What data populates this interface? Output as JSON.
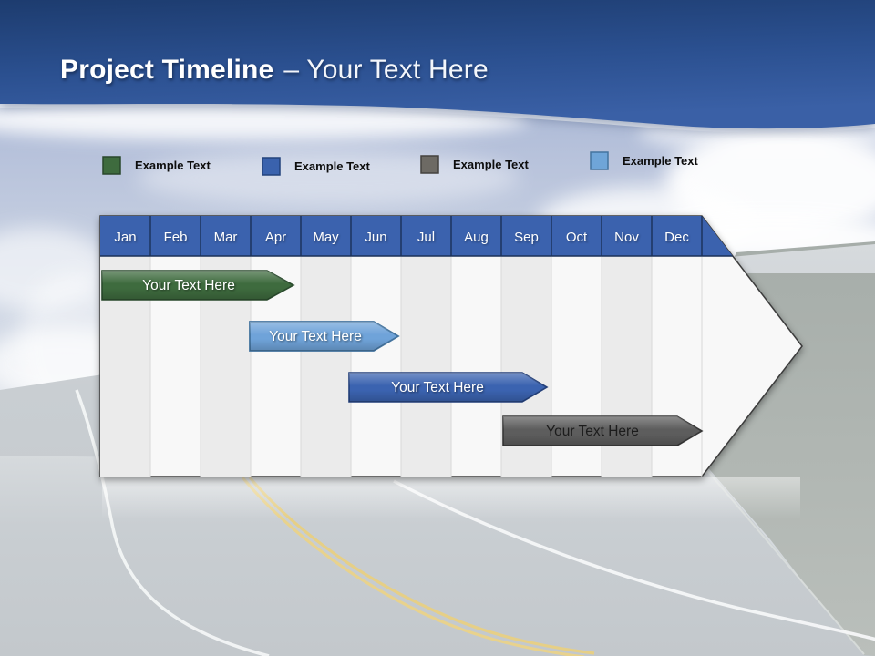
{
  "header": {
    "title_bold": "Project Timeline",
    "title_rest": "– Your Text Here"
  },
  "legend": {
    "items": [
      {
        "label": "Example Text",
        "color": "#3e6b3e"
      },
      {
        "label": "Example Text",
        "color": "#3a62ad"
      },
      {
        "label": "Example Text",
        "color": "#6d6a64"
      },
      {
        "label": "Example Text",
        "color": "#6fa5d8"
      }
    ]
  },
  "timeline": {
    "header_color": "#3b62ae",
    "months": [
      "Jan",
      "Feb",
      "Mar",
      "Apr",
      "May",
      "Jun",
      "Jul",
      "Aug",
      "Sep",
      "Oct",
      "Nov",
      "Dec"
    ],
    "bars": [
      {
        "label": "Your Text Here",
        "color": "#3e6b3e"
      },
      {
        "label": "Your Text Here",
        "color": "#6fa3d9"
      },
      {
        "label": "Your Text Here",
        "color": "#3b63b0"
      },
      {
        "label": "Your Text Here",
        "color": "#5d5d5d"
      }
    ]
  }
}
